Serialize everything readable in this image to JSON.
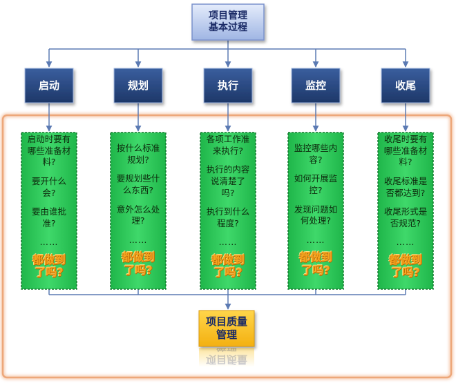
{
  "root": {
    "label": "项目管理\n基本过程"
  },
  "phases": [
    {
      "label": "启动",
      "items": [
        "启动时要有\n哪些准备材\n料?",
        "要开什么\n会?",
        "要由谁批\n准?"
      ]
    },
    {
      "label": "规划",
      "items": [
        "按什么标准\n规划?",
        "要规划些什\n么东西?",
        "意外怎么处\n理?"
      ]
    },
    {
      "label": "执行",
      "items": [
        "各项工作准\n来执行?",
        "执行的内容\n说清楚了\n吗?",
        "执行到什么\n程度?"
      ]
    },
    {
      "label": "监控",
      "items": [
        "监控哪些内\n容?",
        "如何开展监\n控?",
        "发现问题如\n何处理?"
      ]
    },
    {
      "label": "收尾",
      "items": [
        "收尾时要有\n哪些准备材\n料?",
        "收尾标准是\n否都达到?",
        "收尾形式是\n否规范?"
      ]
    }
  ],
  "ellipsis": "……",
  "done_question": "都做到\n了吗?",
  "quality": {
    "label": "项目质量\n管理"
  },
  "colors": {
    "root_fill": "#b8c8ec",
    "phase_fill": "#2a4a84",
    "column_fill": "#2fcf5c",
    "quality_fill": "#fbc52a",
    "orange_frame": "#eda77a",
    "connector": "#5b7ab3",
    "highlight_text": "#f5a51f"
  }
}
